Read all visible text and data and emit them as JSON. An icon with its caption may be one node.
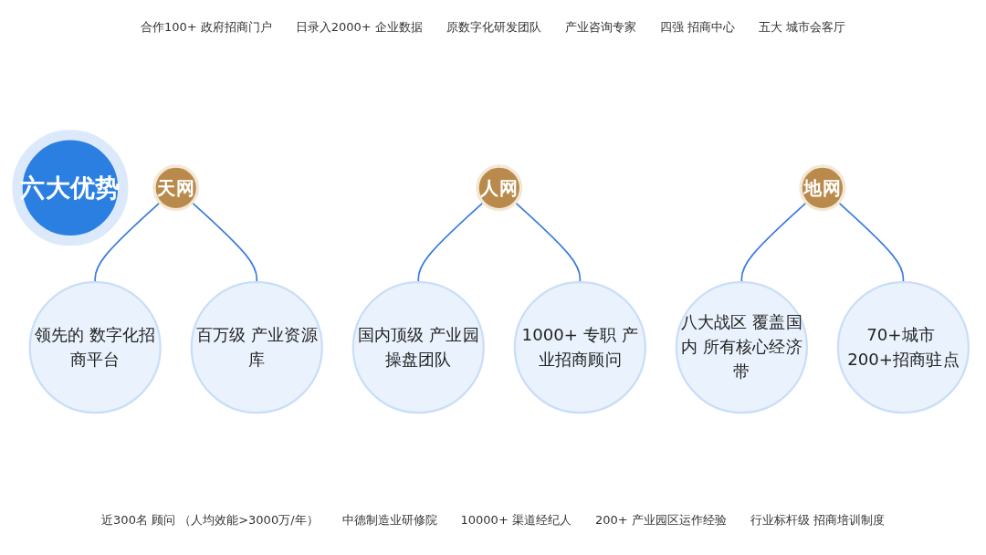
{
  "diagram": {
    "nodes": [
      {
        "text": [
          "六大优势"
        ]
      },
      {
        "text": [
          "天网"
        ]
      },
      {
        "text": [
          "人网"
        ]
      },
      {
        "text": [
          "地网"
        ]
      },
      {
        "text": [
          "领先的 数字化招商平台"
        ]
      },
      {
        "text": [
          "百万级 产业资源库"
        ]
      },
      {
        "text": [
          "国内顶级 产业园操盘团队"
        ]
      },
      {
        "text": [
          "1000+ 专职 产业招商顾问"
        ]
      },
      {
        "text": [
          "八大战区 覆盖国内 所有核心经济带"
        ]
      },
      {
        "text": [
          "70+城市 200+招商驻点"
        ]
      }
    ],
    "edges": [
      {
        "from": 1,
        "to": 4,
        "arrow": "none"
      },
      {
        "from": 1,
        "to": 5,
        "arrow": "none"
      },
      {
        "from": 2,
        "to": 6,
        "arrow": "none"
      },
      {
        "from": 2,
        "to": 7,
        "arrow": "none"
      },
      {
        "from": 3,
        "to": 8,
        "arrow": "none"
      },
      {
        "from": 3,
        "to": 9,
        "arrow": "none"
      }
    ],
    "labels": [
      "合作100+ 政府招商门户",
      "日录入2000+ 企业数据",
      "原数字化研发团队",
      "产业咨询专家",
      "四强 招商中心",
      "五大 城市会客厅",
      "近300名 顾问 （人均效能>3000万/年）",
      "中德制造业研修院",
      "10000+ 渠道经纪人",
      "200+ 产业园区运作经验",
      "行业标杆级 招商培训制度"
    ]
  }
}
